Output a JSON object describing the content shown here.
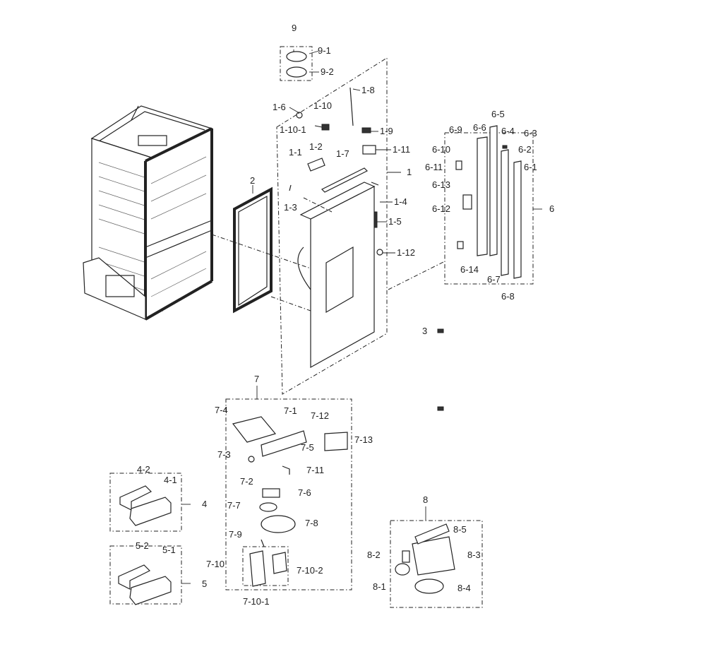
{
  "labels": {
    "l9": "9",
    "l9_1": "9-1",
    "l9_2": "9-2",
    "l1_8": "1-8",
    "l1_6": "1-6",
    "l1_10": "1-10",
    "l1_10_1": "1-10-1",
    "l1_9": "1-9",
    "l1_1": "1-1",
    "l1_2": "1-2",
    "l1_7": "1-7",
    "l1_11": "1-11",
    "l1": "1",
    "l1_3": "1-3",
    "l1_4": "1-4",
    "l1_5": "1-5",
    "l1_12": "1-12",
    "l2": "2",
    "l3": "3",
    "l6_5": "6-5",
    "l6_9": "6-9",
    "l6_6": "6-6",
    "l6_4": "6-4",
    "l6_3": "6-3",
    "l6_10": "6-10",
    "l6_2": "6-2",
    "l6_11": "6-11",
    "l6_1": "6-1",
    "l6_13": "6-13",
    "l6": "6",
    "l6_12": "6-12",
    "l6_14": "6-14",
    "l6_7": "6-7",
    "l6_8": "6-8",
    "l7": "7",
    "l7_4": "7-4",
    "l7_1": "7-1",
    "l7_12": "7-12",
    "l7_13": "7-13",
    "l7_5": "7-5",
    "l7_3": "7-3",
    "l7_11": "7-11",
    "l7_2": "7-2",
    "l7_6": "7-6",
    "l7_7": "7-7",
    "l7_8": "7-8",
    "l7_9": "7-9",
    "l7_10": "7-10",
    "l7_10_2": "7-10-2",
    "l7_10_1": "7-10-1",
    "l4_2": "4-2",
    "l4_1": "4-1",
    "l4": "4",
    "l5_2": "5-2",
    "l5_1": "5-1",
    "l5": "5",
    "l8": "8",
    "l8_5": "8-5",
    "l8_2": "8-2",
    "l8_3": "8-3",
    "l8_1": "8-1",
    "l8_4": "8-4"
  }
}
